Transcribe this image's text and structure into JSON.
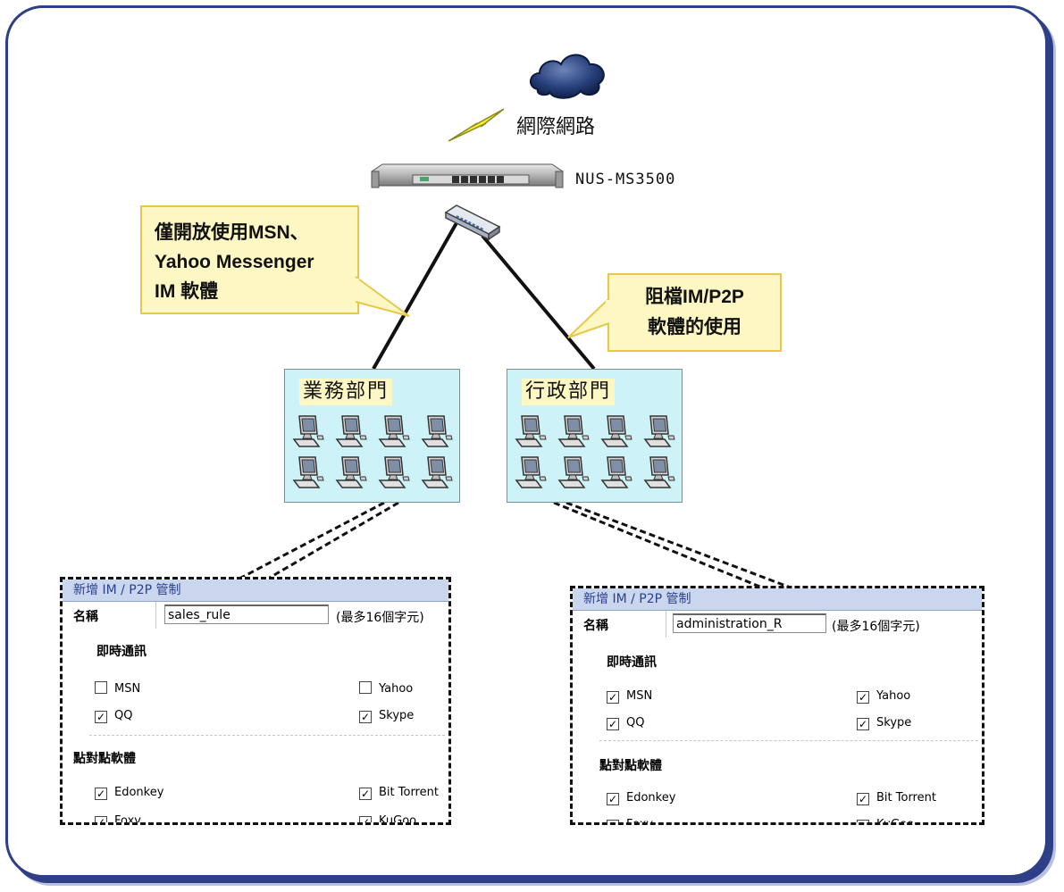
{
  "internet": {
    "label": "網際網路",
    "icon": "cloud-icon"
  },
  "device": {
    "label": "NUS-MS3500"
  },
  "callouts": {
    "left": [
      "僅開放使用MSN、",
      "Yahoo Messenger",
      "IM 軟體"
    ],
    "right": [
      "阻檔IM/P2P",
      "軟體的使用"
    ]
  },
  "departments": {
    "sales": "業務部門",
    "admin": "行政部門"
  },
  "panels": {
    "sales": {
      "header": "新增 IM / P2P 管制",
      "name_label": "名稱",
      "name_value": "sales_rule",
      "name_hint": "(最多16個字元)",
      "im_section": "即時通訊",
      "p2p_section": "點對點軟體",
      "im_options": [
        {
          "label": "MSN",
          "checked": false
        },
        {
          "label": "Yahoo",
          "checked": false
        },
        {
          "label": "QQ",
          "checked": true
        },
        {
          "label": "Skype",
          "checked": true
        }
      ],
      "p2p_options": [
        {
          "label": "Edonkey",
          "checked": true
        },
        {
          "label": "Bit Torrent",
          "checked": true
        },
        {
          "label": "Foxy",
          "checked": true
        },
        {
          "label": "KuGoo",
          "checked": true
        }
      ]
    },
    "admin": {
      "header": "新增 IM / P2P 管制",
      "name_label": "名稱",
      "name_value": "administration_R",
      "name_hint": "(最多16個字元)",
      "im_section": "即時通訊",
      "p2p_section": "點對點軟體",
      "im_options": [
        {
          "label": "MSN",
          "checked": true
        },
        {
          "label": "Yahoo",
          "checked": true
        },
        {
          "label": "QQ",
          "checked": true
        },
        {
          "label": "Skype",
          "checked": true
        }
      ],
      "p2p_options": [
        {
          "label": "Edonkey",
          "checked": true
        },
        {
          "label": "Bit Torrent",
          "checked": true
        },
        {
          "label": "Foxy",
          "checked": true
        },
        {
          "label": "KuGoo",
          "checked": true
        }
      ]
    }
  },
  "colors": {
    "frame": "#2e3f88",
    "callout_fill": "#fdf7c4",
    "dept_fill": "#cdf3f8",
    "panel_header": "#c9d6ee"
  }
}
